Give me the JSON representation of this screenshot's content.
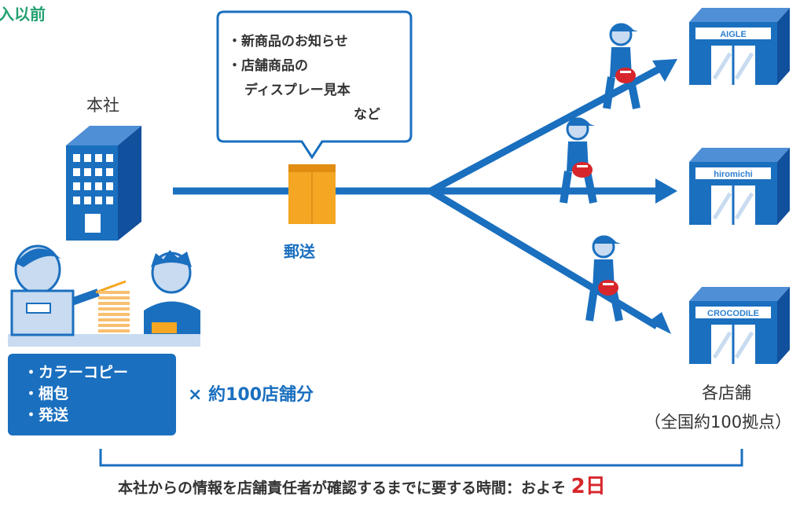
{
  "corner_label": "入以前",
  "hq_label": "本社",
  "bubble": {
    "items": [
      "・新商品のお知らせ",
      "・店舗商品の",
      "ディスプレー見本",
      "など"
    ]
  },
  "mail_label": "郵送",
  "tasks": [
    "・カラーコピー",
    "・梱包",
    "・発送"
  ],
  "multiplier": "× 約100店舗分",
  "stores": {
    "signs": [
      "AIGLE",
      "hiromichi",
      "CROCODILE"
    ],
    "title": "各店舗",
    "subtitle": "（全国約100拠点）"
  },
  "footer": {
    "text": "本社からの情報を店舗責任者が確認するまでに要する時間：およそ",
    "highlight": "2日"
  },
  "colors": {
    "primary_blue": "#1a6fbf",
    "envelope_orange": "#f5a623",
    "highlight_red": "#d7262b",
    "corner_green": "#22a070"
  }
}
